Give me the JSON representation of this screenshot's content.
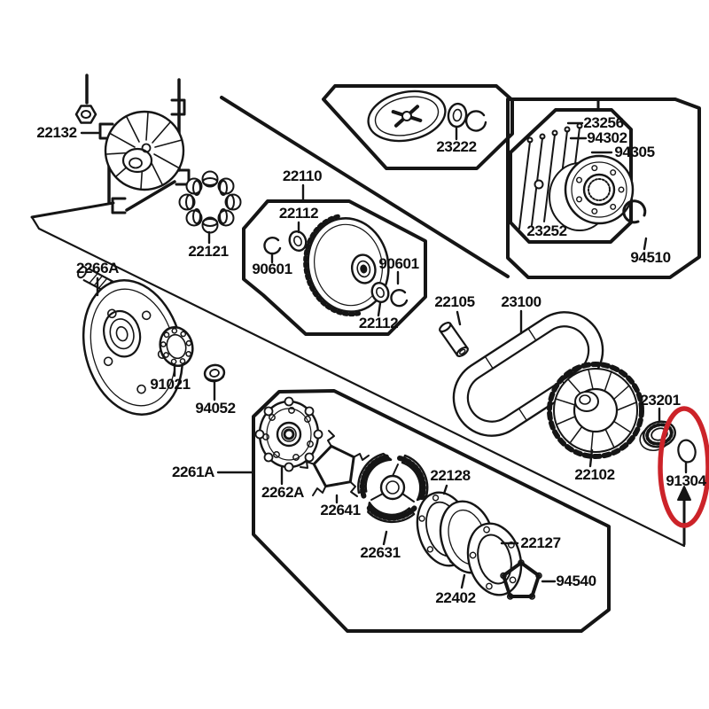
{
  "diagram": {
    "type": "exploded-parts-diagram",
    "highlighted_part": "91304",
    "highlight_shape": "red-ellipse-with-up-arrow"
  },
  "colors": {
    "line": "#151515",
    "label_text": "#0e0e0e",
    "highlight_red": "#cc2329",
    "background": "#ffffff"
  },
  "labels": [
    {
      "part": "22132"
    },
    {
      "part": "22121"
    },
    {
      "part": "2266A"
    },
    {
      "part": "91021"
    },
    {
      "part": "94052"
    },
    {
      "part": "2261A"
    },
    {
      "part": "2262A"
    },
    {
      "part": "22641"
    },
    {
      "part": "22631"
    },
    {
      "part": "22110"
    },
    {
      "part": "22112"
    },
    {
      "part": "90601"
    },
    {
      "part": "90601"
    },
    {
      "part": "22112"
    },
    {
      "part": "23222"
    },
    {
      "part": "23256"
    },
    {
      "part": "94302"
    },
    {
      "part": "94305"
    },
    {
      "part": "23252"
    },
    {
      "part": "94510"
    },
    {
      "part": "22105"
    },
    {
      "part": "23100"
    },
    {
      "part": "23201"
    },
    {
      "part": "22102"
    },
    {
      "part": "91304"
    },
    {
      "part": "22128"
    },
    {
      "part": "22127"
    },
    {
      "part": "22402"
    },
    {
      "part": "94540"
    }
  ]
}
